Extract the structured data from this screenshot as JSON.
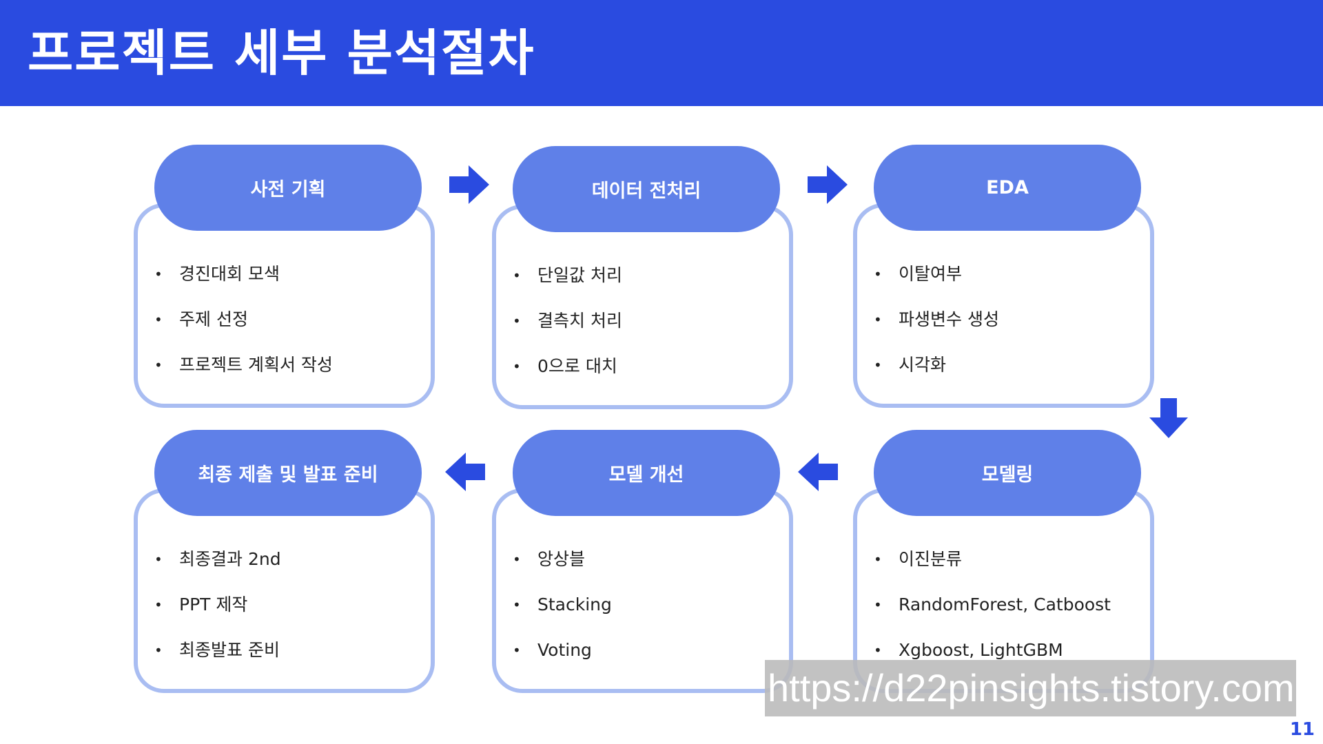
{
  "title": "프로젝트 세부 분석절차",
  "page_number": "11",
  "watermark": "https://d22pinsights.tistory.com",
  "colors": {
    "header": "#2a4be0",
    "pill": "#5f80e8",
    "card_border": "#a9bdf2",
    "arrow": "#2a4be0"
  },
  "steps": [
    {
      "title": "사전 기획",
      "items": [
        "경진대회 모색",
        "주제 선정",
        "프로젝트 계획서 작성"
      ]
    },
    {
      "title": "데이터 전처리",
      "items": [
        "단일값 처리",
        "결측치 처리",
        "0으로 대치"
      ]
    },
    {
      "title": "EDA",
      "items": [
        "이탈여부",
        "파생변수 생성",
        "시각화"
      ]
    },
    {
      "title": "최종 제출 및 발표 준비",
      "items": [
        "최종결과 2nd",
        "PPT 제작",
        "최종발표 준비"
      ]
    },
    {
      "title": "모델 개선",
      "items": [
        "앙상블",
        "Stacking",
        "Voting"
      ]
    },
    {
      "title": "모델링",
      "items": [
        "이진분류",
        "RandomForest, Catboost",
        "Xgboost, LightGBM"
      ]
    }
  ],
  "arrows": [
    "arrow-right-icon",
    "arrow-right-icon",
    "arrow-down-icon",
    "arrow-left-icon",
    "arrow-left-icon"
  ]
}
